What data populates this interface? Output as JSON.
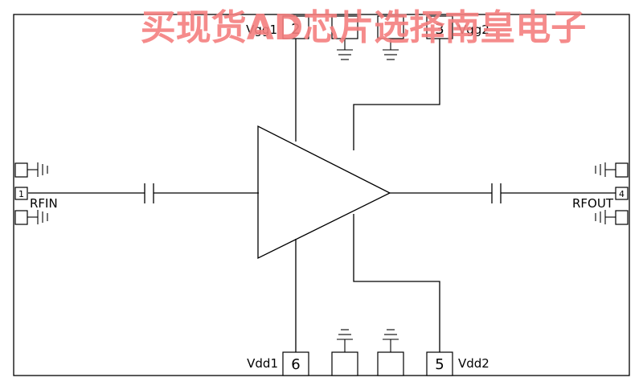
{
  "watermark": "买现货AD芯片选择南皇电子",
  "pins": {
    "p1": {
      "number": "1",
      "label": "RFIN"
    },
    "p2": {
      "number": "2",
      "label": "Vgg1"
    },
    "p3": {
      "number": "3",
      "label": "Vgg2"
    },
    "p4": {
      "number": "4",
      "label": "RFOUT"
    },
    "p5": {
      "number": "5",
      "label": "Vdd2"
    },
    "p6": {
      "number": "6",
      "label": "Vdd1"
    }
  }
}
